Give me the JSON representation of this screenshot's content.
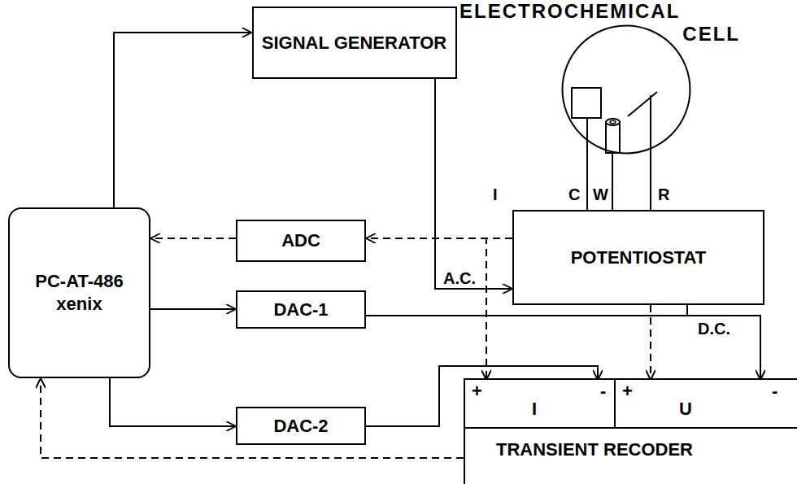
{
  "diagram": {
    "nodes": [
      {
        "text": [
          "SIGNAL GENERATOR"
        ]
      },
      {
        "text": [
          "ELECTROCHEMICAL CELL"
        ]
      },
      {
        "text": [
          "PC-AT-486",
          "xenix"
        ]
      },
      {
        "text": [
          "ADC"
        ]
      },
      {
        "text": [
          "POTENTIOSTAT"
        ]
      },
      {
        "text": [
          "DAC-1"
        ]
      },
      {
        "text": [
          "DAC-2"
        ]
      },
      {
        "text": [
          "TRANSIENT RECODER"
        ]
      },
      {
        "text": [
          "+",
          "I",
          "-"
        ],
        "in": 7
      },
      {
        "text": [
          "+",
          "U",
          "-"
        ],
        "in": 7
      }
    ],
    "edges": [
      {
        "from": 2,
        "to": 0,
        "arrow": "to"
      },
      {
        "from": 0,
        "to": 4,
        "label": "A.C.",
        "arrow": "to"
      },
      {
        "from": 4,
        "to": 3,
        "arrow": "to"
      },
      {
        "from": 4,
        "to": 8,
        "arrow": "to"
      },
      {
        "from": 3,
        "to": 2,
        "arrow": "to"
      },
      {
        "from": 2,
        "to": 5,
        "arrow": "to"
      },
      {
        "from": 2,
        "to": 6,
        "arrow": "to"
      },
      {
        "from": 5,
        "to": 9,
        "arrow": "to"
      },
      {
        "from": 5,
        "to": 4,
        "label": "D.C.",
        "arrow": "none"
      },
      {
        "from": 4,
        "to": 9,
        "arrow": "to"
      },
      {
        "from": 6,
        "to": 8,
        "arrow": "to"
      },
      {
        "from": 7,
        "to": 2,
        "arrow": "to"
      },
      {
        "from": 1,
        "to": 4,
        "label": "C",
        "arrow": "none"
      },
      {
        "from": 1,
        "to": 4,
        "label": "W",
        "arrow": "none"
      },
      {
        "from": 1,
        "to": 4,
        "label": "R",
        "arrow": "none"
      }
    ],
    "labels": [
      "I"
    ]
  }
}
